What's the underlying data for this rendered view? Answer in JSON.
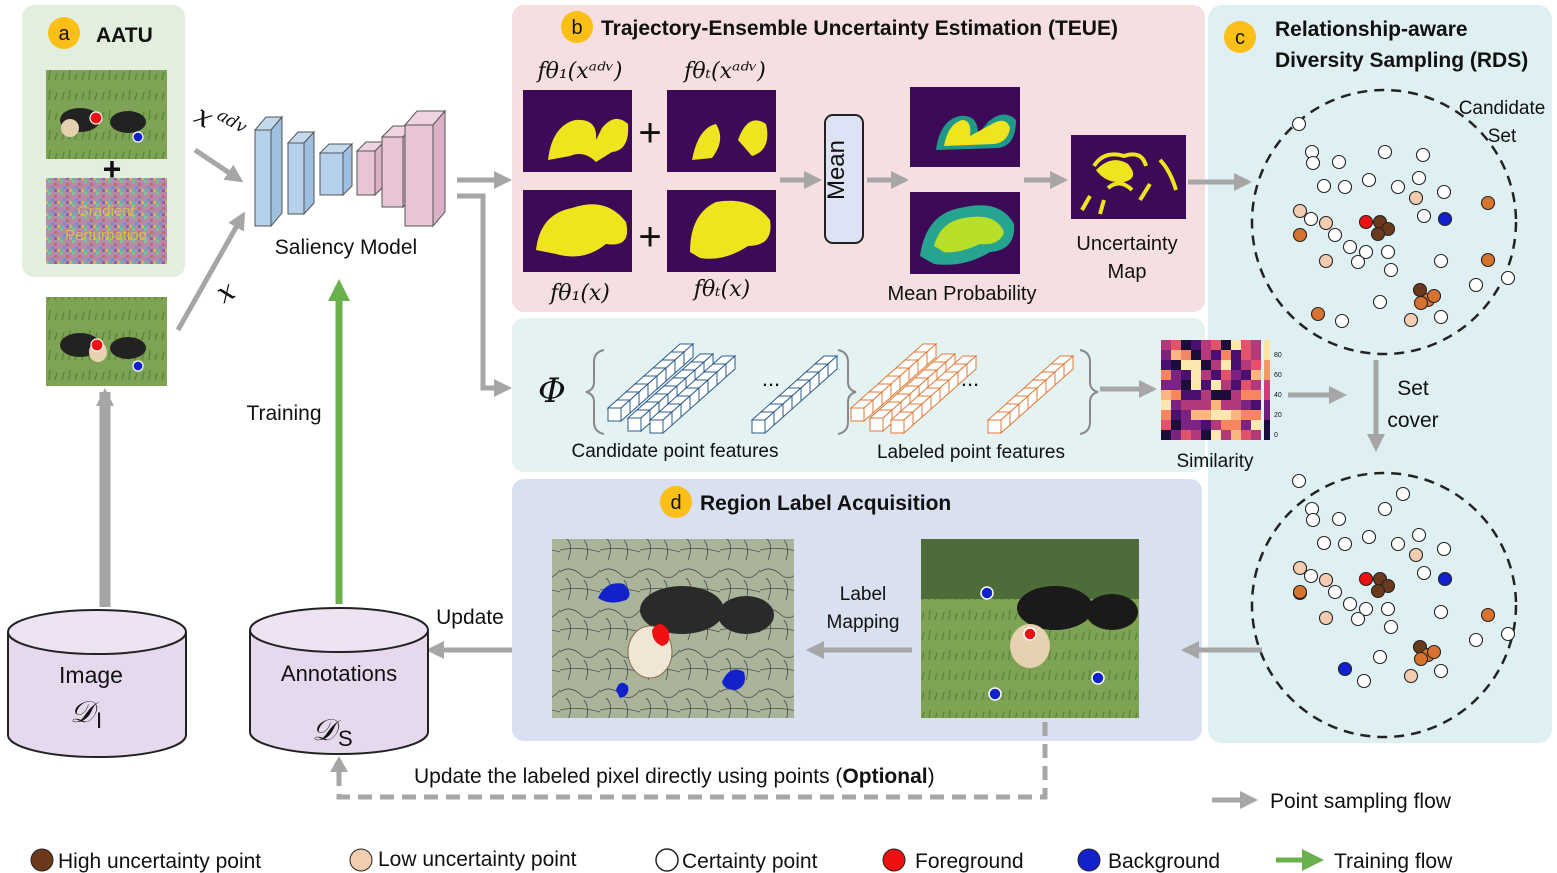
{
  "panels": {
    "a": {
      "badge": "a",
      "title": "AATU",
      "perturbation_text": "Gradient Perturbation"
    },
    "b": {
      "badge": "b",
      "title": "Trajectory-Ensemble Uncertainty Estimation (TEUE)"
    },
    "c": {
      "badge": "c",
      "title_line1": "Relationship-aware",
      "title_line2": "Diversity Sampling (RDS)"
    },
    "d": {
      "badge": "d",
      "title": "Region Label Acquisition"
    }
  },
  "model": {
    "label": "Saliency Model",
    "input_adv": "x",
    "input_adv_sup": "adv",
    "input_clean": "x"
  },
  "teue": {
    "f1_adv": "fθ₁(xᵃᵈᵛ)",
    "fT_adv": "fθₜ(xᵃᵈᵛ)",
    "f1_x": "fθ₁(x)",
    "fT_x": "fθₜ(x)",
    "plus": "+",
    "mean_box": "Mean",
    "mean_probability": "Mean  Probability",
    "uncertainty_map_line1": "Uncertainty",
    "uncertainty_map_line2": "Map"
  },
  "features": {
    "phi": "Φ",
    "candidate_label": "Candidate point features",
    "labeled_label": "Labeled point features",
    "dots": "...",
    "similarity_label": "Similarity",
    "colorbar_ticks": [
      "80",
      "60",
      "40",
      "20",
      "0"
    ]
  },
  "rds": {
    "candidate_set_line1": "Candidate",
    "candidate_set_line2": "Set",
    "set_cover_line1": "Set",
    "set_cover_line2": "cover"
  },
  "region": {
    "label_mapping_line1": "Label",
    "label_mapping_line2": "Mapping"
  },
  "storage": {
    "image_label": "Image",
    "image_symbol": "𝒟",
    "image_sub": "I",
    "annotations_label": "Annotations",
    "annotations_symbol": "𝒟",
    "annotations_sub": "S",
    "update_label": "Update",
    "training_label": "Training",
    "optional_text": "Update the labeled pixel directly using points  (",
    "optional_bold": "Optional",
    "optional_close": ")"
  },
  "legend": {
    "flow": "Point sampling flow",
    "high": "High uncertainty point",
    "low": "Low uncertainty point",
    "certainty": "Certainty point",
    "foreground": "Foreground",
    "background": "Background",
    "training_flow": "Training flow"
  },
  "colors": {
    "panel_a_bg": "#e3efde",
    "panel_b_bg": "#f6dfe1",
    "panel_c_bg": "#dff0f3",
    "panel_d_bg": "#d9e0ef",
    "panel_feat_bg": "#e4f2f2",
    "badge": "#fbbf17",
    "high_point": "#6b3a1c",
    "low_point": "#f4cdb0",
    "mid_point": "#d7732f",
    "foreground": "#ee1111",
    "background": "#1122cc",
    "training_arrow": "#6ab04c",
    "flow_arrow": "#a6a6a6",
    "map_bg": "#3d0a57",
    "map_fg": "#f0e41e",
    "cylinder": "#e6d9ee"
  }
}
